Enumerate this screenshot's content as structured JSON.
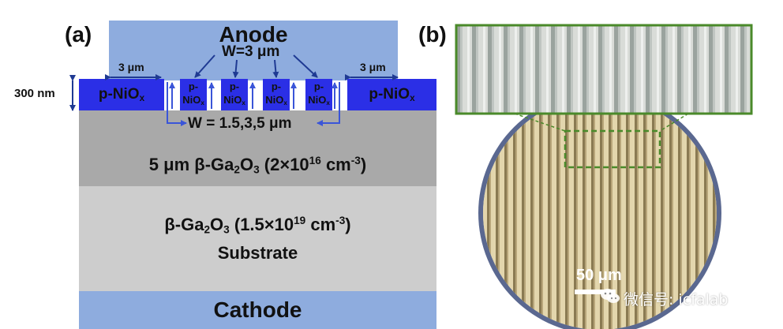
{
  "panel_a": {
    "label": "(a)",
    "anode": "Anode",
    "cathode": "Cathode",
    "width_top": "W=3 μm",
    "spacing_left": "3 μm",
    "spacing_right": "3 μm",
    "thickness": "300 nm",
    "pnio_left": "p-NiO",
    "pnio_right": "p-NiO",
    "pnio_sub": "x",
    "finger_top": "p-",
    "finger_mid": "NiO",
    "finger_sub": "x",
    "width_bottom": "W = 1.5,3,5 μm",
    "epi_prefix": "5 μm β-Ga",
    "epi_sub1": "2",
    "epi_mid": "O",
    "epi_sub2": "3",
    "epi_conc": " (2×10",
    "epi_exp": "16",
    "epi_unit": " cm",
    "epi_unit_exp": "-3",
    "epi_close": ")",
    "sub_prefix": "β-Ga",
    "sub_sub1": "2",
    "sub_mid": "O",
    "sub_sub2": "3",
    "sub_conc": " (1.5×10",
    "sub_exp": "19",
    "sub_unit": " cm",
    "sub_unit_exp": "-3",
    "sub_close": ")",
    "substrate": "Substrate"
  },
  "panel_b": {
    "label": "(b)",
    "scale_bar": "50 μm",
    "watermark": "微信号: icfalab"
  },
  "colors": {
    "anode": "#8eacde",
    "cathode": "#8eacde",
    "pnio": "#2b2fe6",
    "epi_layer": "#a9a9a9",
    "substrate": "#cdcdcd",
    "arrow": "#1f3a93",
    "inset_border": "#4a8a2a",
    "device_ring": "#5a6890",
    "device_fill": "#d8c89a"
  }
}
